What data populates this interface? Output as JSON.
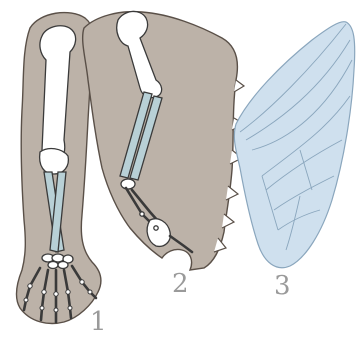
{
  "figures": [
    {
      "label": "1"
    },
    {
      "label": "2"
    },
    {
      "label": "3"
    }
  ],
  "colors": {
    "skin": "#bcb2a8",
    "skin_outline": "#5a5048",
    "bone": "#ffffff",
    "bone_outline": "#3a3a3a",
    "highlight_bone": "#b8d0d6",
    "wing_membrane": "#cfe0ee",
    "wing_vein": "#8aa6bd",
    "label": "#9a9a9a"
  }
}
